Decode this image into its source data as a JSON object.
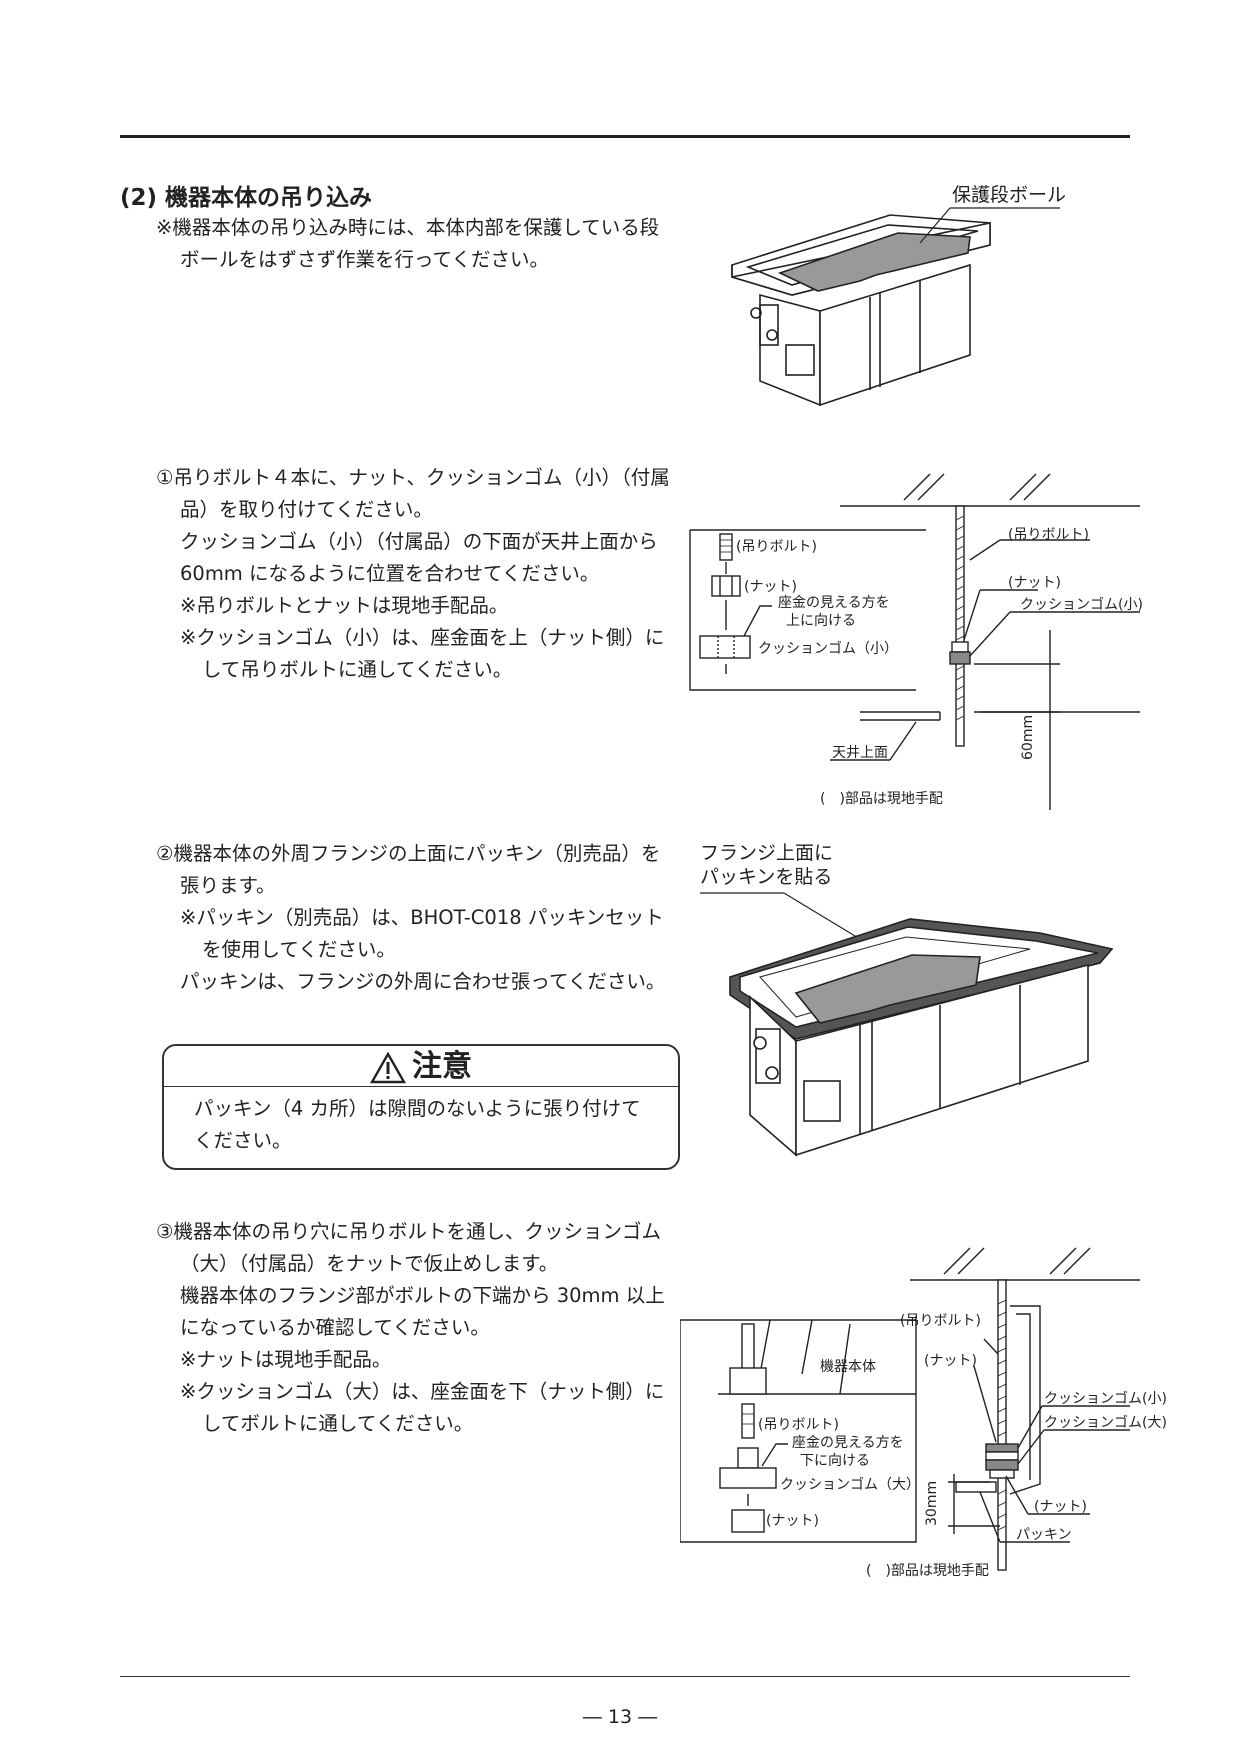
{
  "section": {
    "title": "(2) 機器本体の吊り込み"
  },
  "intro": {
    "note": "※機器本体の吊り込み時には、本体内部を保護している段ボールをはずさず作業を行ってください。"
  },
  "fig1": {
    "label": "保護段ボール"
  },
  "step1": {
    "lines": [
      "①吊りボルト４本に、ナット、クッションゴム（小）（付属品）を取り付けてください。",
      "クッションゴム（小）（付属品）の下面が天井上面から60mm になるように位置を合わせてください。",
      "※吊りボルトとナットは現地手配品。",
      "※クッションゴム（小）は、座金面を上（ナット側）にして吊りボルトに通してください。"
    ]
  },
  "fig2": {
    "bolt": "(吊りボルト)",
    "nut": "(ナット)",
    "washer_note_1": "座金の見える方を",
    "washer_note_2": "上に向ける",
    "cushion_small": "クッションゴム（小）",
    "bolt_r": "(吊りボルト)",
    "nut_r": "(ナット)",
    "cushion_small_r": "クッションゴム(小)",
    "ceiling_top": "天井上面",
    "dim": "60mm",
    "note": "(　)部品は現地手配"
  },
  "step2": {
    "lines": [
      "②機器本体の外周フランジの上面にパッキン（別売品）を張ります。",
      "※パッキン（別売品）は、BHOT-C018 パッキンセットを使用してください。",
      "パッキンは、フランジの外周に合わせ張ってください。"
    ]
  },
  "fig3": {
    "label_1": "フランジ上面に",
    "label_2": "パッキンを貼る"
  },
  "caution": {
    "title": "注意",
    "body": "パッキン（4 カ所）は隙間のないように張り付けてください。"
  },
  "step3": {
    "lines": [
      "③機器本体の吊り穴に吊りボルトを通し、クッションゴム（大）（付属品）をナットで仮止めします。",
      "機器本体のフランジ部がボルトの下端から 30mm 以上になっているか確認してください。",
      "※ナットは現地手配品。",
      "※クッションゴム（大）は、座金面を下（ナット側）にしてボルトに通してください。"
    ]
  },
  "fig4": {
    "bolt": "(吊りボルト)",
    "body": "機器本体",
    "washer_note_1": "座金の見える方を",
    "washer_note_2": "下に向ける",
    "cushion_large": "クッションゴム（大）",
    "nut": "(ナット)",
    "bolt_r": "(吊りボルト)",
    "nut_r": "(ナット)",
    "cushion_small_r": "クッションゴム(小)",
    "cushion_large_r": "クッションゴム(大)",
    "nut_r2": "(ナット)",
    "packing": "パッキン",
    "dim": "30mm",
    "note": "(　)部品は現地手配"
  },
  "footer": {
    "page": "― 13 ―"
  }
}
